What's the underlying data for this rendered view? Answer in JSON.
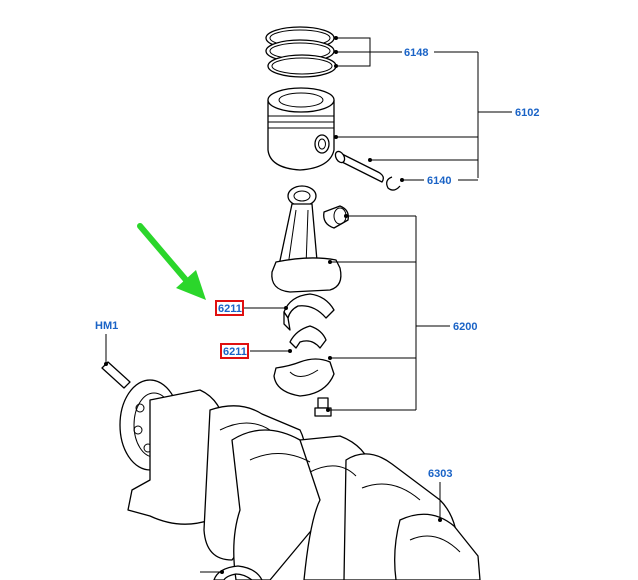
{
  "callouts": {
    "c6148": "6148",
    "c6102": "6102",
    "c6140": "6140",
    "c6211_upper": "6211",
    "c6211_lower": "6211",
    "c6200": "6200",
    "cHM1": "HM1",
    "c6303": "6303"
  },
  "colors": {
    "label": "#1a63c6",
    "highlight": "#e01010",
    "arrow": "#2bd62b",
    "line": "#000000"
  }
}
